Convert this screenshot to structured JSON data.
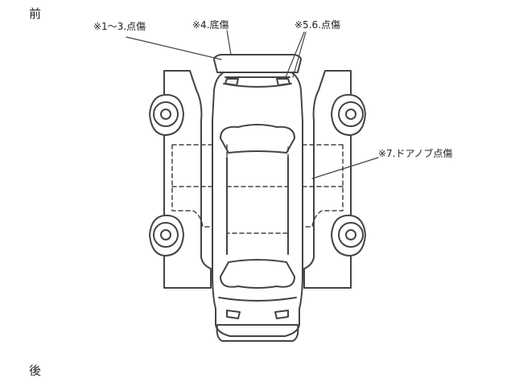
{
  "labels": {
    "front": "前",
    "rear": "後",
    "damage_1_3": "※1～3.点傷",
    "damage_4": "※4.底傷",
    "damage_5_6": "※5.6.点傷",
    "damage_7": "※7.ドアノブ点傷"
  },
  "colors": {
    "outline": "#444444",
    "text": "#222222"
  }
}
